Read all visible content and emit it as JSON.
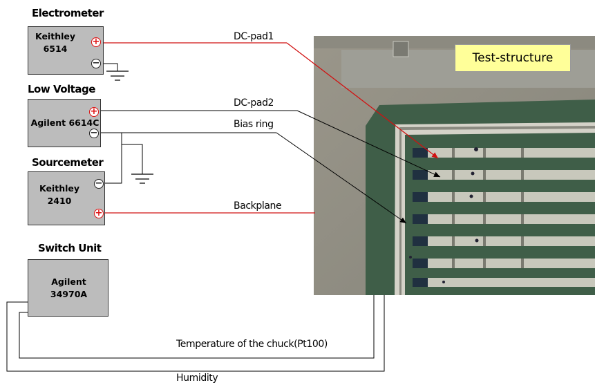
{
  "instruments": {
    "electrometer": {
      "heading": "Electrometer",
      "line1": "Keithley",
      "line2": "6514"
    },
    "low_voltage": {
      "heading": "Low Voltage",
      "line1": "Agilent 6614C"
    },
    "sourcemeter": {
      "heading": "Sourcemeter",
      "line1": "Keithley",
      "line2": "2410"
    },
    "switch_unit": {
      "heading": "Switch Unit",
      "line1": "Agilent",
      "line2": "34970A"
    }
  },
  "terminals": {
    "positive": "+",
    "negative": "−"
  },
  "connections": {
    "dc_pad1": "DC-pad1",
    "dc_pad2": "DC-pad2",
    "bias_ring": "Bias ring",
    "backplane": "Backplane",
    "temperature": "Temperature of the chuck(Pt100)",
    "humidity": "Humidity"
  },
  "photo": {
    "label": "Test-structure"
  },
  "colors": {
    "box": "#bcbcbc",
    "signal_red": "#d11111",
    "label_bg": "#ffff99",
    "photo_bg": "#8a8a7e"
  }
}
